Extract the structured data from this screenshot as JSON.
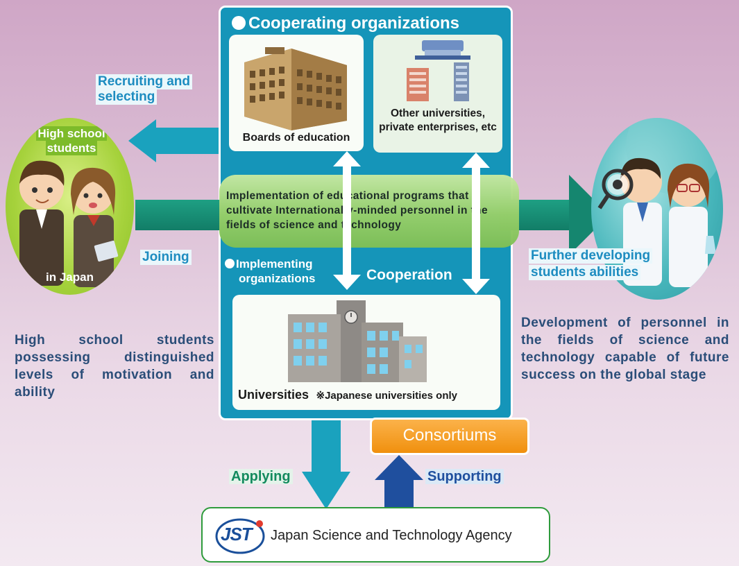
{
  "cooperating": {
    "title": "Cooperating organizations",
    "boards": "Boards of education",
    "others": "Other universities, private enterprises, etc"
  },
  "implementing": {
    "title_line1": "Implementing",
    "title_line2": "organizations",
    "universities": "Universities",
    "note": "※Japanese universities only"
  },
  "program": {
    "text": "Implementation of educational programs that cultivate Internationally-minded personnel in the fields of science and technology"
  },
  "labels": {
    "recruiting_line1": "Recruiting and",
    "recruiting_line2": "selecting",
    "joining": "Joining",
    "cooperation": "Cooperation",
    "further_line1": "Further developing",
    "further_line2": "students abilities",
    "applying": "Applying",
    "supporting": "Supporting",
    "consortiums": "Consortiums"
  },
  "left_oval": {
    "line1": "High school",
    "line2": "students",
    "bottom": "in Japan"
  },
  "captions": {
    "left": "High school students possessing distinguished levels of motivation and ability",
    "right": "Development of personnel in the fields of science and technology capable of future success on the global stage"
  },
  "jst": {
    "logo": "JST",
    "name": "Japan Science and Technology Agency"
  },
  "colors": {
    "panel": "#1595b9",
    "band_green": "#97cf6a",
    "arrow_teal": "#1aa2be",
    "arrow_green": "#15866f",
    "arrow_navy": "#1f4f9e",
    "consortium_orange": "#f0900e",
    "label_blue": "#1d8cc0",
    "caption_navy": "#2a4d78"
  }
}
